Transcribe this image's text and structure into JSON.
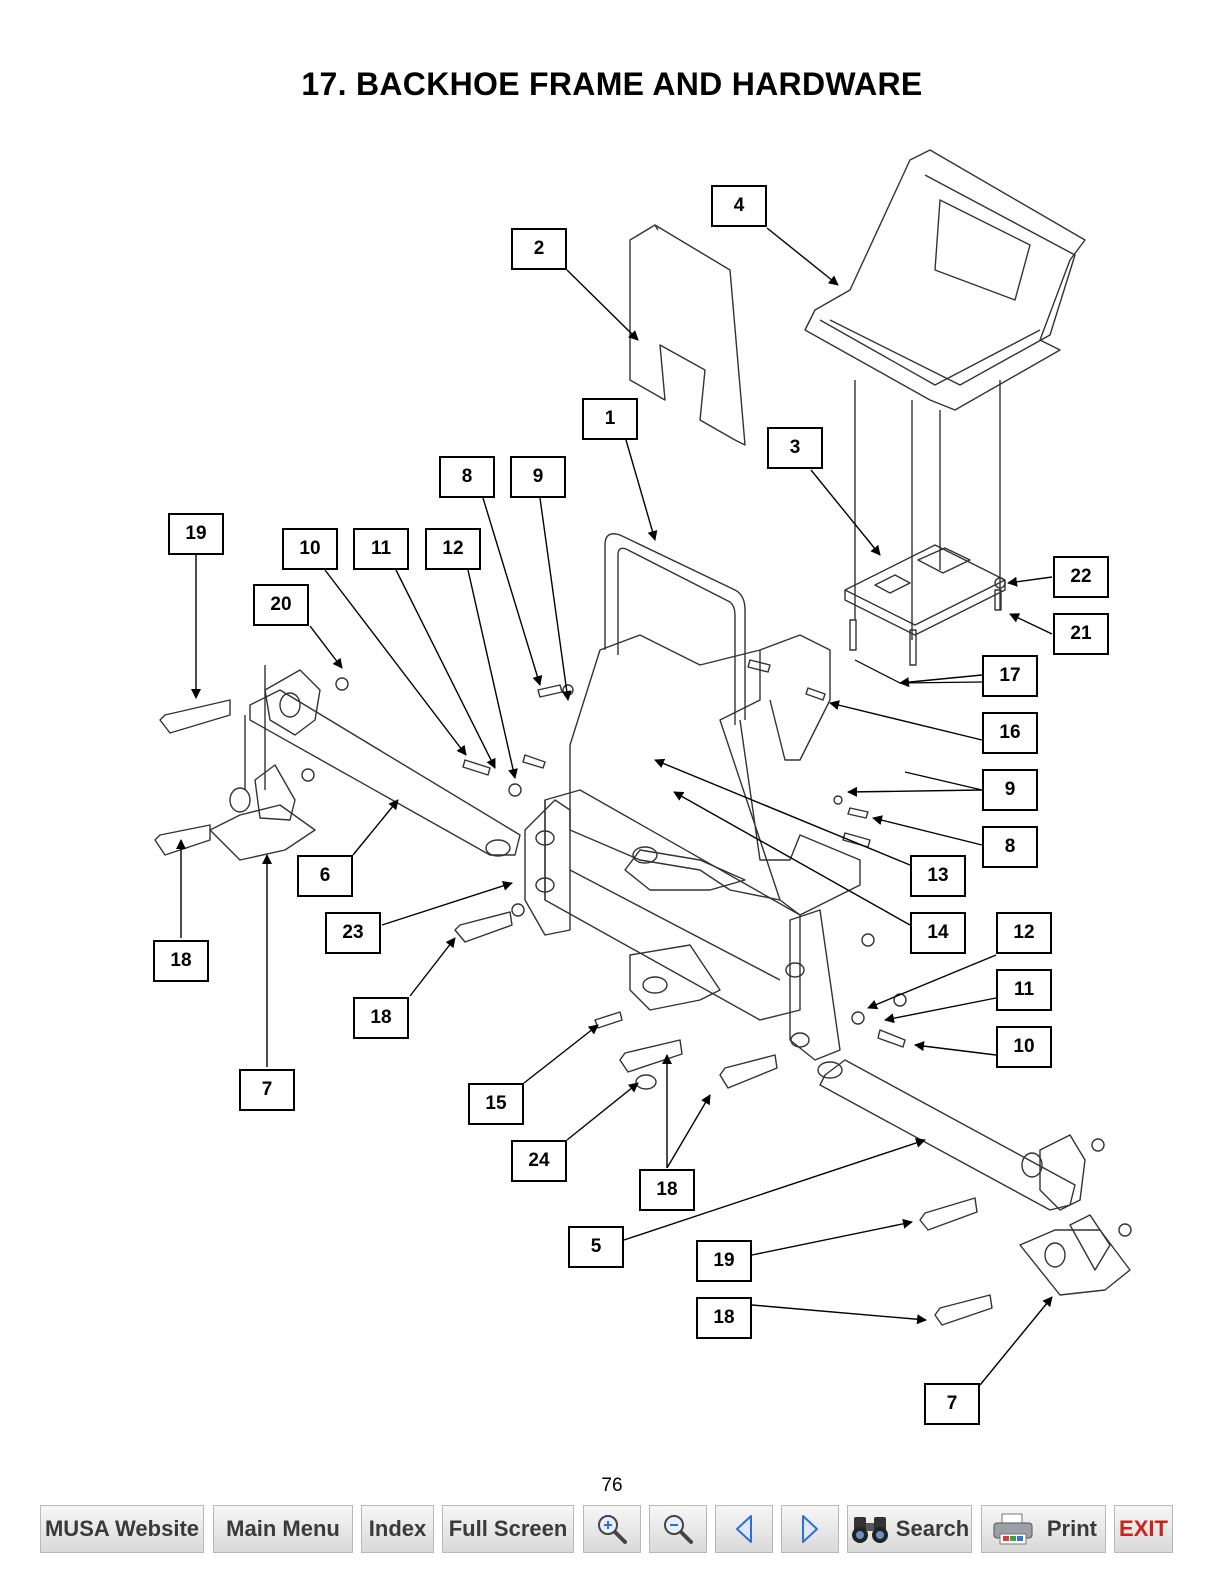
{
  "page": {
    "title": "17. BACKHOE FRAME AND HARDWARE",
    "page_number": "76"
  },
  "callouts": [
    "4",
    "2",
    "1",
    "3",
    "8",
    "9",
    "19",
    "10",
    "11",
    "12",
    "20",
    "22",
    "21",
    "17",
    "16",
    "9",
    "8",
    "6",
    "23",
    "13",
    "14",
    "12",
    "18",
    "18",
    "11",
    "10",
    "7",
    "15",
    "24",
    "18",
    "5",
    "19",
    "18",
    "7"
  ],
  "toolbar": {
    "musa_website": "MUSA Website",
    "main_menu": "Main Menu",
    "index": "Index",
    "full_screen": "Full Screen",
    "search": "Search",
    "print": "Print",
    "exit": "EXIT"
  },
  "colors": {
    "exit": "#d0201a",
    "nav_arrow": "#2f6fd6"
  },
  "icons": [
    "zoom-in-icon",
    "zoom-out-icon",
    "previous-page-icon",
    "next-page-icon",
    "binoculars-icon",
    "printer-icon"
  ]
}
